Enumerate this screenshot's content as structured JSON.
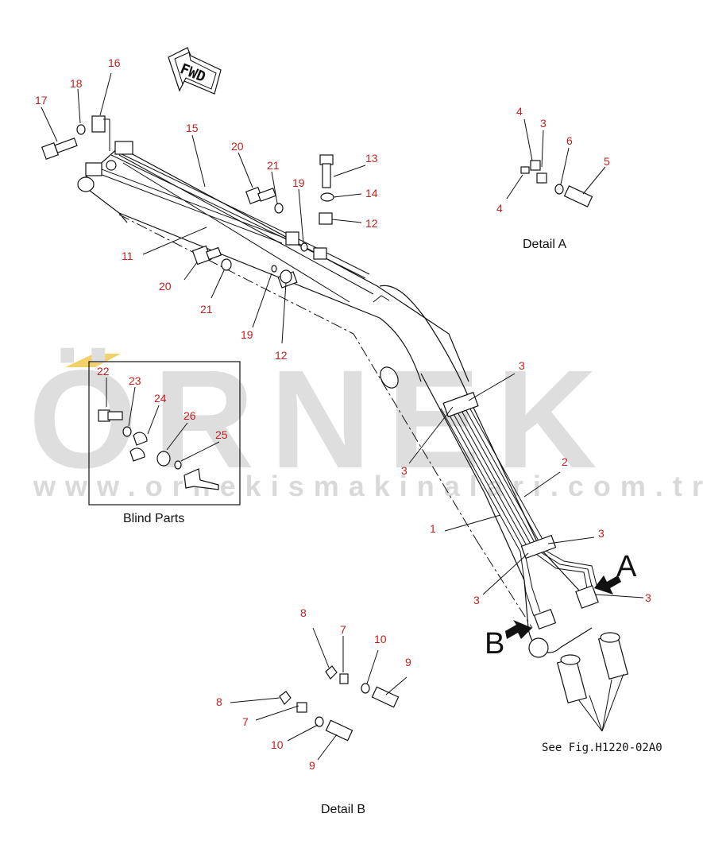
{
  "watermark": {
    "brand": "ÖRNEK",
    "url": "www.ornekismakinalari.com.tr",
    "accent_color": "#f2d16b"
  },
  "fwd_label": "FWD",
  "detail_a": {
    "title": "Detail A",
    "numbers": [
      "4",
      "3",
      "6",
      "5",
      "4"
    ]
  },
  "detail_b": {
    "title": "Detail B",
    "numbers": [
      "8",
      "7",
      "10",
      "9",
      "8",
      "7",
      "10",
      "9"
    ]
  },
  "blind_parts": {
    "title": "Blind Parts",
    "numbers": [
      "22",
      "23",
      "24",
      "26",
      "25"
    ]
  },
  "main_numbers": [
    "16",
    "18",
    "17",
    "15",
    "20",
    "21",
    "19",
    "13",
    "14",
    "12",
    "11",
    "20",
    "21",
    "19",
    "12",
    "3",
    "3",
    "2",
    "1",
    "3",
    "3",
    "3"
  ],
  "view_markers": {
    "a": "A",
    "b": "B"
  },
  "see_fig": "See Fig.H1220-02A0",
  "colors": {
    "callout_numbers": "#c0201f",
    "linework": "#111111",
    "watermark": "#dedede"
  }
}
